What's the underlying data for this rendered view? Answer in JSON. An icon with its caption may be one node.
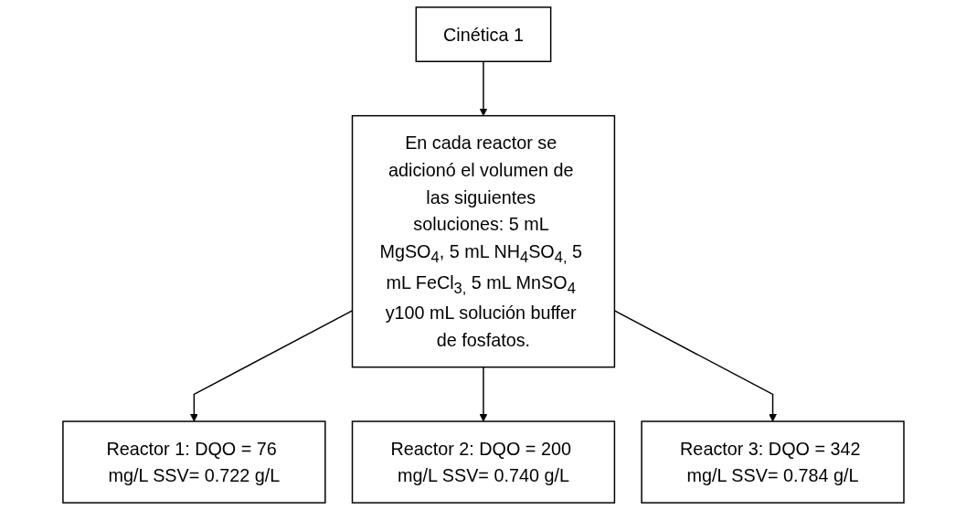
{
  "diagram": {
    "nodes": [
      {
        "text": [
          "Cinética 1"
        ]
      },
      {
        "text": [
          "En cada reactor se adicionó el volumen de las siguientes soluciones: 5 mL MgSO$_{4}$, 5 mL NH$_{4}$SO$_{4,}$ 5 mL FeCl$_{3,}$ 5 mL MnSO$_{4}$ y100 mL solución buffer de fosfatos."
        ]
      },
      {
        "text": [
          "Reactor 1: DQO = 76 mg/L SSV= 0.722 g/L"
        ]
      },
      {
        "text": [
          "Reactor 2: DQO = 200 mg/L SSV= 0.740 g/L"
        ]
      },
      {
        "text": [
          "Reactor 3: DQO = 342 mg/L SSV= 0.784 g/L"
        ]
      }
    ],
    "edges": [
      {
        "from": 0,
        "to": 1,
        "arrow": "to"
      },
      {
        "from": 1,
        "to": 2,
        "arrow": "to"
      },
      {
        "from": 1,
        "to": 3,
        "arrow": "to"
      },
      {
        "from": 1,
        "to": 4,
        "arrow": "to"
      }
    ]
  }
}
